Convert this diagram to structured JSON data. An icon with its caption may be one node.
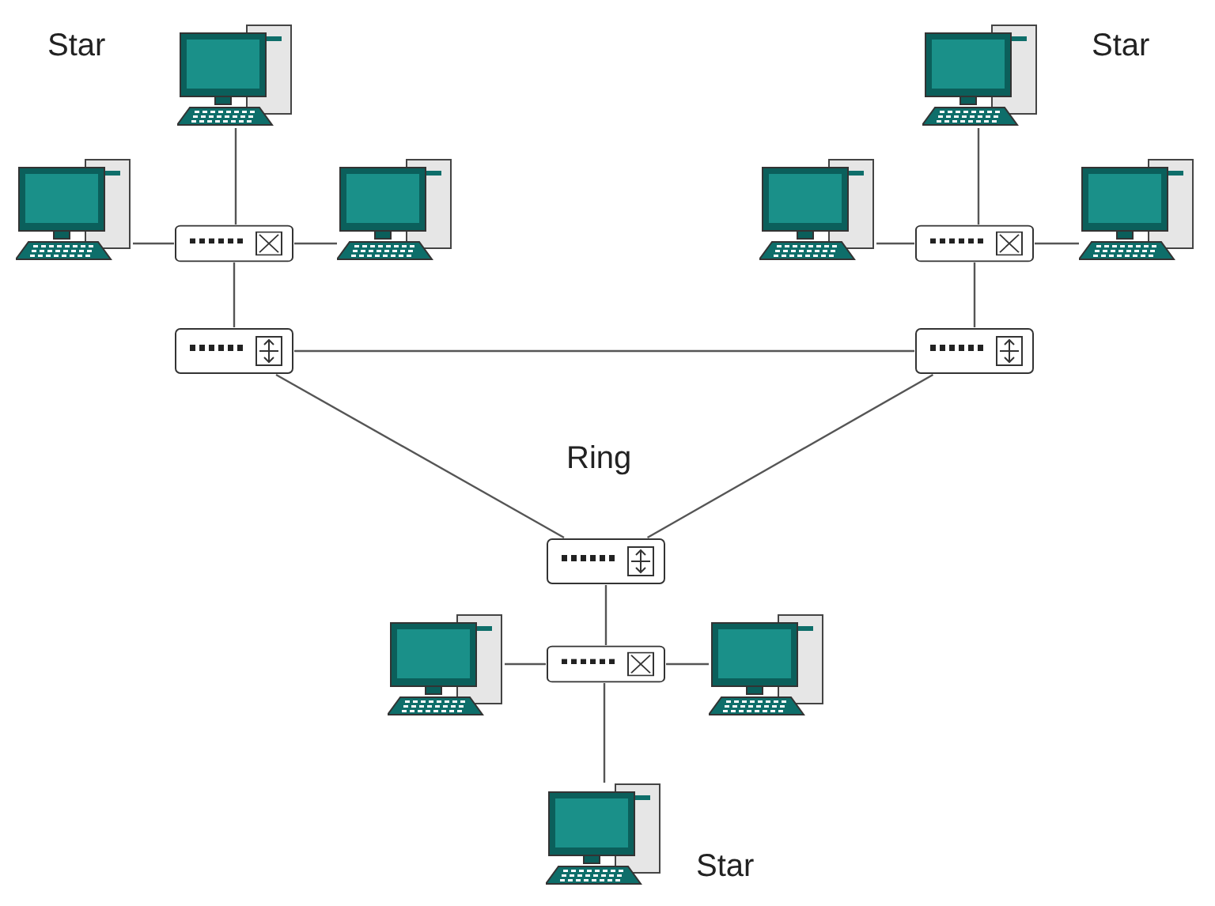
{
  "diagram": {
    "nodes": [
      {
        "text": [],
        "shape": "picture"
      },
      {
        "text": [],
        "shape": "picture"
      },
      {
        "text": [],
        "shape": "picture"
      },
      {
        "text": [],
        "shape": "picture"
      },
      {
        "text": [],
        "shape": "picture"
      },
      {
        "text": [],
        "shape": "picture"
      },
      {
        "text": [],
        "shape": "picture"
      },
      {
        "text": [],
        "shape": "picture"
      },
      {
        "text": [],
        "shape": "picture"
      },
      {
        "text": [],
        "shape": "picture"
      },
      {
        "text": [],
        "shape": "picture"
      },
      {
        "text": [],
        "shape": "picture"
      },
      {
        "text": [],
        "shape": "picture"
      },
      {
        "text": [],
        "shape": "picture"
      },
      {
        "text": [],
        "shape": "picture"
      }
    ],
    "edges": [
      {
        "from": 0,
        "to": 2,
        "arrow": "none"
      },
      {
        "from": 1,
        "to": 2,
        "arrow": "none"
      },
      {
        "from": 3,
        "to": 2,
        "arrow": "none"
      },
      {
        "from": 2,
        "to": 4,
        "arrow": "none"
      },
      {
        "from": 5,
        "to": 7,
        "arrow": "none"
      },
      {
        "from": 6,
        "to": 7,
        "arrow": "none"
      },
      {
        "from": 8,
        "to": 7,
        "arrow": "none"
      },
      {
        "from": 7,
        "to": 9,
        "arrow": "none"
      },
      {
        "from": 4,
        "to": 9,
        "arrow": "none"
      },
      {
        "from": 4,
        "to": 10,
        "arrow": "none"
      },
      {
        "from": 9,
        "to": 10,
        "arrow": "none"
      },
      {
        "from": 10,
        "to": 12,
        "arrow": "none"
      },
      {
        "from": 11,
        "to": 12,
        "arrow": "none"
      },
      {
        "from": 13,
        "to": 12,
        "arrow": "none"
      },
      {
        "from": 12,
        "to": 14,
        "arrow": "none"
      }
    ],
    "labels": [
      "Star",
      "Star",
      "Ring",
      "Star"
    ]
  }
}
